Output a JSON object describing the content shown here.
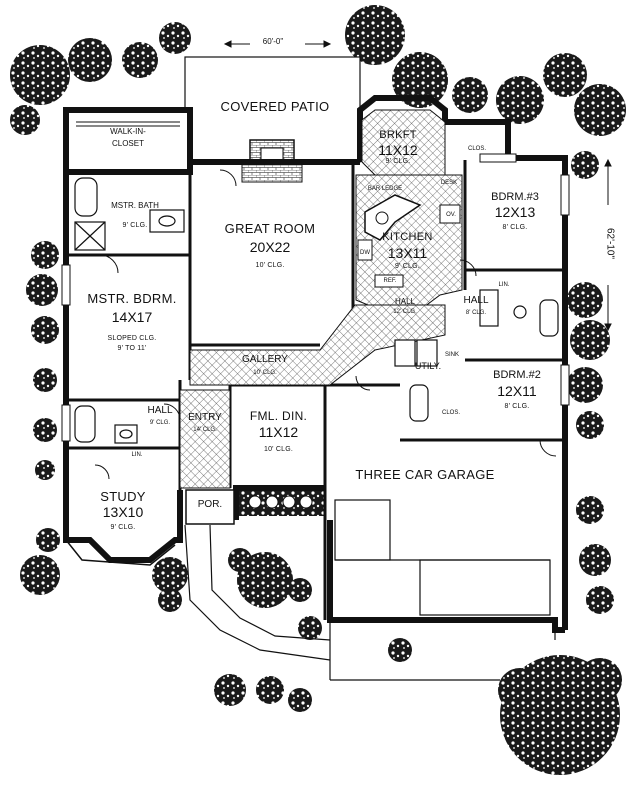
{
  "dimensions": {
    "width": "60'-0\"",
    "depth": "62'-10\""
  },
  "rooms": {
    "covered_patio": {
      "name": "COVERED PATIO"
    },
    "walk_in_closet": {
      "name_line1": "WALK-IN-",
      "name_line2": "CLOSET"
    },
    "brkft": {
      "name": "BRKFT",
      "size": "11X12",
      "ceiling": "9' CLG."
    },
    "mstr_bath": {
      "name": "MSTR. BATH",
      "ceiling": "9' CLG."
    },
    "great_room": {
      "name": "GREAT ROOM",
      "size": "20X22",
      "ceiling": "10' CLG."
    },
    "bdrm3": {
      "name": "BDRM.#3",
      "size": "12X13",
      "ceiling": "8' CLG."
    },
    "kitchen": {
      "name": "KITCHEN",
      "size": "13X11",
      "ceiling": "9' CLG."
    },
    "mstr_bdrm": {
      "name": "MSTR. BDRM.",
      "size": "14X17",
      "ceiling_line1": "SLOPED CLG.",
      "ceiling_line2": "9' TO 11'"
    },
    "hall_kitchen": {
      "name": "HALL",
      "ceiling": "12' CLG."
    },
    "hall_bed": {
      "name": "HALL",
      "ceiling": "8' CLG."
    },
    "gallery": {
      "name": "GALLERY",
      "ceiling": "10' CLG."
    },
    "utility": {
      "name": "UTILY."
    },
    "bdrm2": {
      "name": "BDRM.#2",
      "size": "12X11",
      "ceiling": "8' CLG."
    },
    "hall_study": {
      "name": "HALL",
      "ceiling": "9' CLG."
    },
    "entry": {
      "name": "ENTRY",
      "ceiling": "14' CLG."
    },
    "fml_din": {
      "name": "FML. DIN.",
      "size": "11X12",
      "ceiling": "10' CLG."
    },
    "garage": {
      "name": "THREE CAR GARAGE"
    },
    "study": {
      "name": "STUDY",
      "size": "13X10",
      "ceiling": "9' CLG."
    },
    "porch": {
      "name": "POR."
    }
  },
  "fixtures": {
    "clos_bdrm3": "CLOS.",
    "clos_bdrm2": "CLOS.",
    "desk": "DESK",
    "ov": "OV.",
    "dw": "DW",
    "ref": "REF.",
    "bar_ledge": "BAR LEDGE",
    "lin_bed": "LIN.",
    "lin_study": "LIN.",
    "sink": "SINK"
  }
}
